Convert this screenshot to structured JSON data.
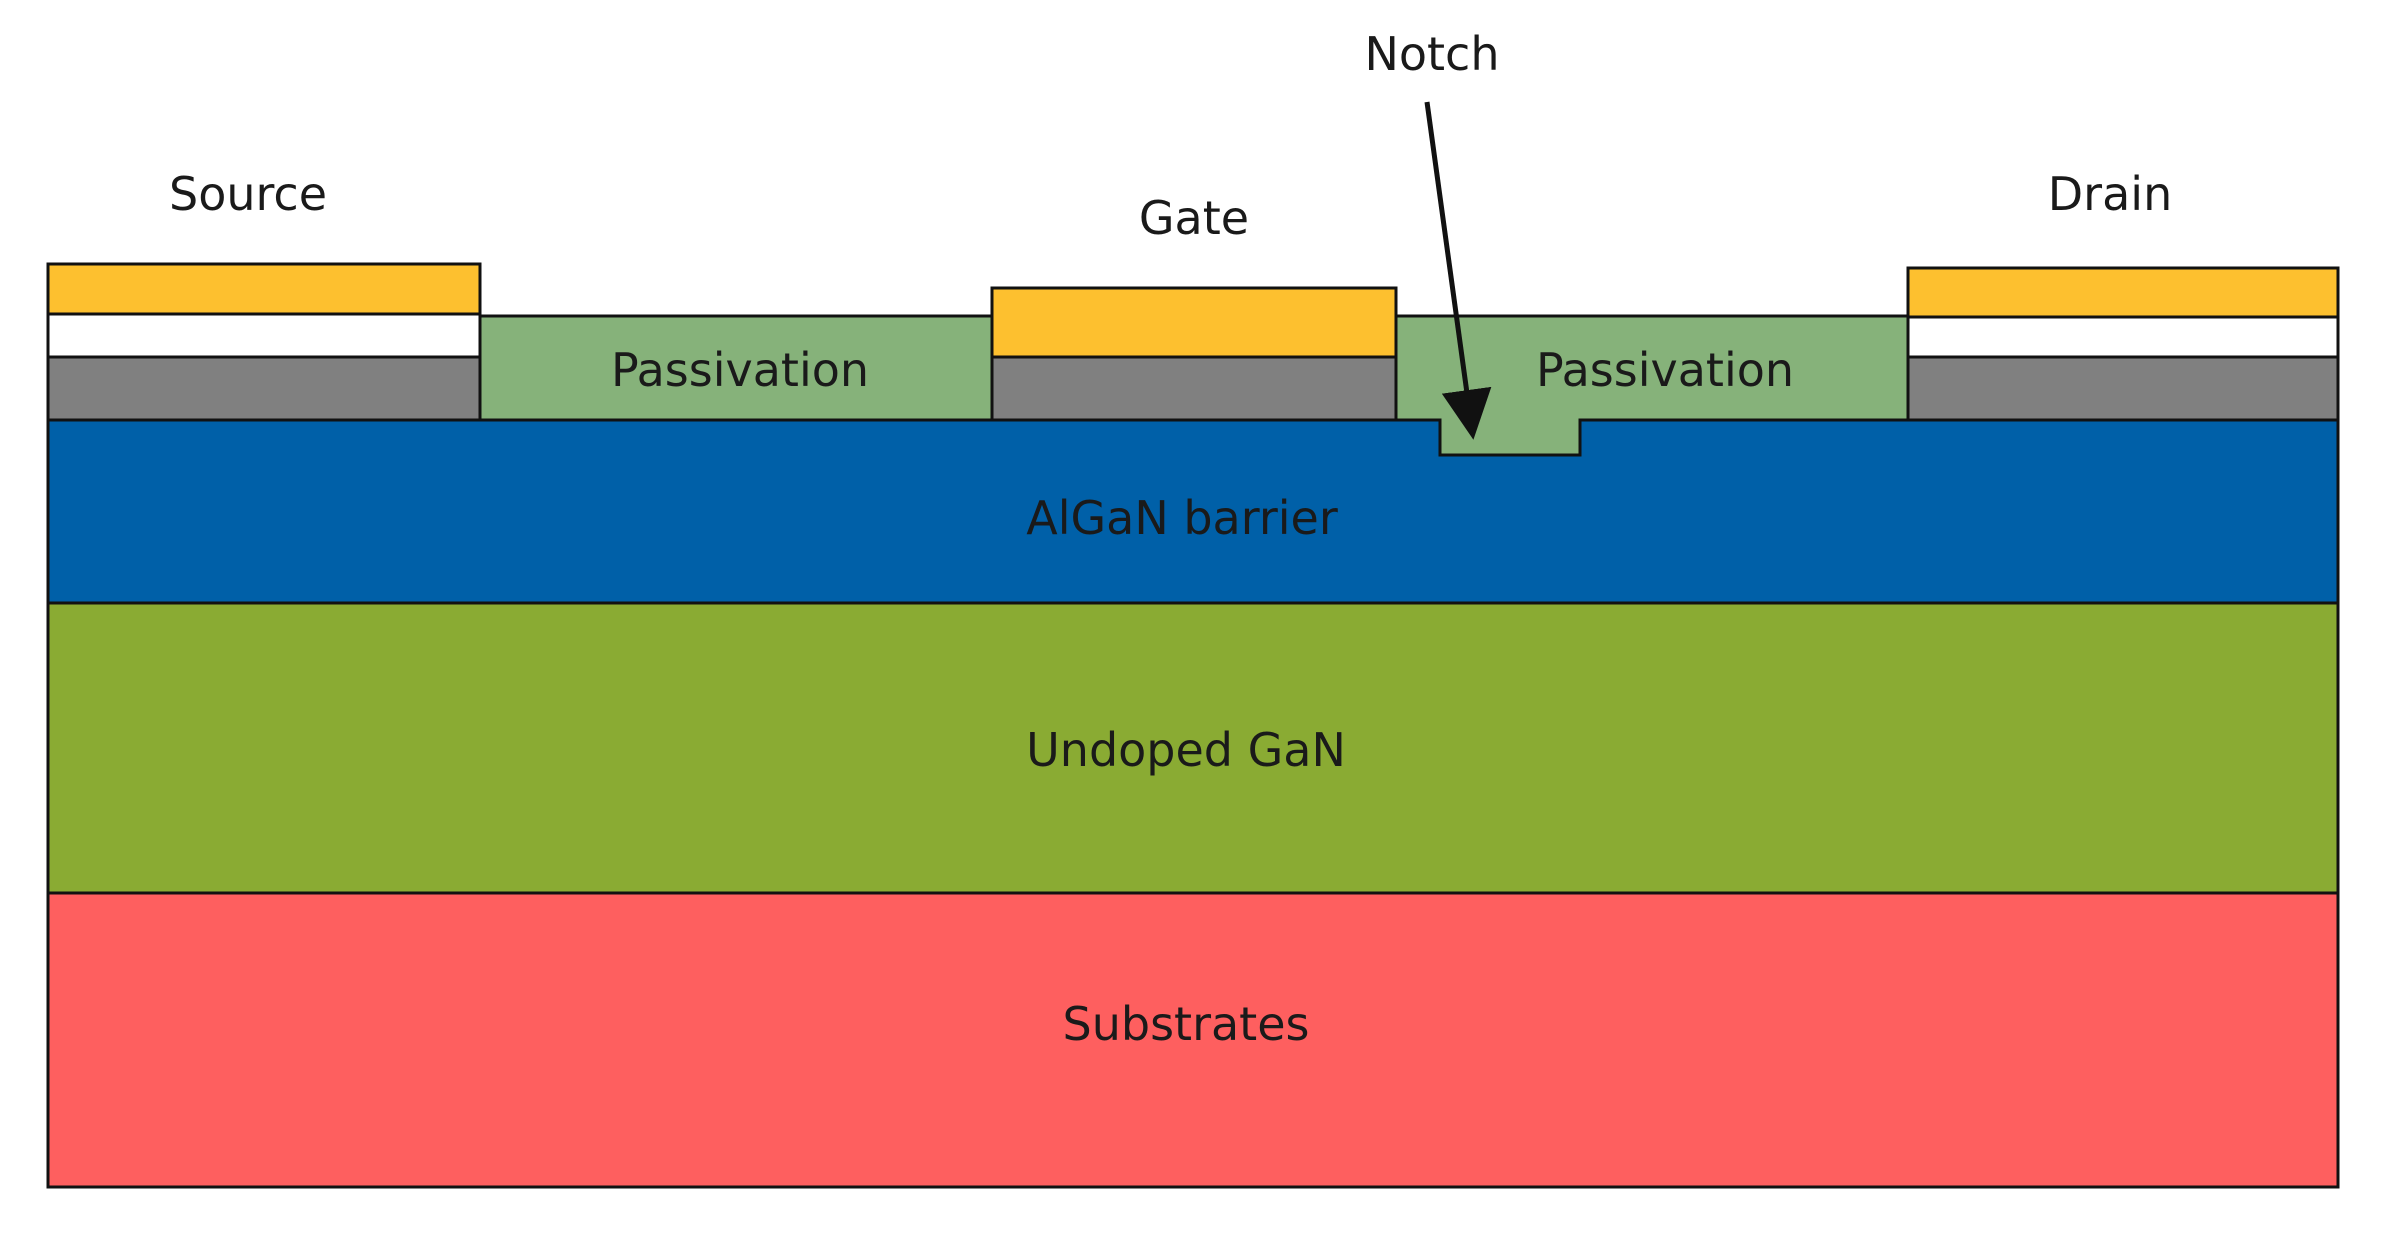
{
  "labels": {
    "source": "Source",
    "gate": "Gate",
    "drain": "Drain",
    "notch": "Notch",
    "passivation_left": "Passivation",
    "passivation_right": "Passivation",
    "algan_barrier": "AlGaN barrier",
    "undoped_gan": "Undoped GaN",
    "substrates": "Substrates"
  },
  "colors": {
    "background": "#ffffff",
    "contact_metal": "#fdc02f",
    "contact_white": "#ffffff",
    "contact_gray": "#808080",
    "passivation": "#86b27a",
    "algan_barrier": "#0060a8",
    "undoped_gan": "#8aab33",
    "substrates": "#fe5f5f",
    "outline": "#111111",
    "label_text": "#1a1a1a"
  }
}
